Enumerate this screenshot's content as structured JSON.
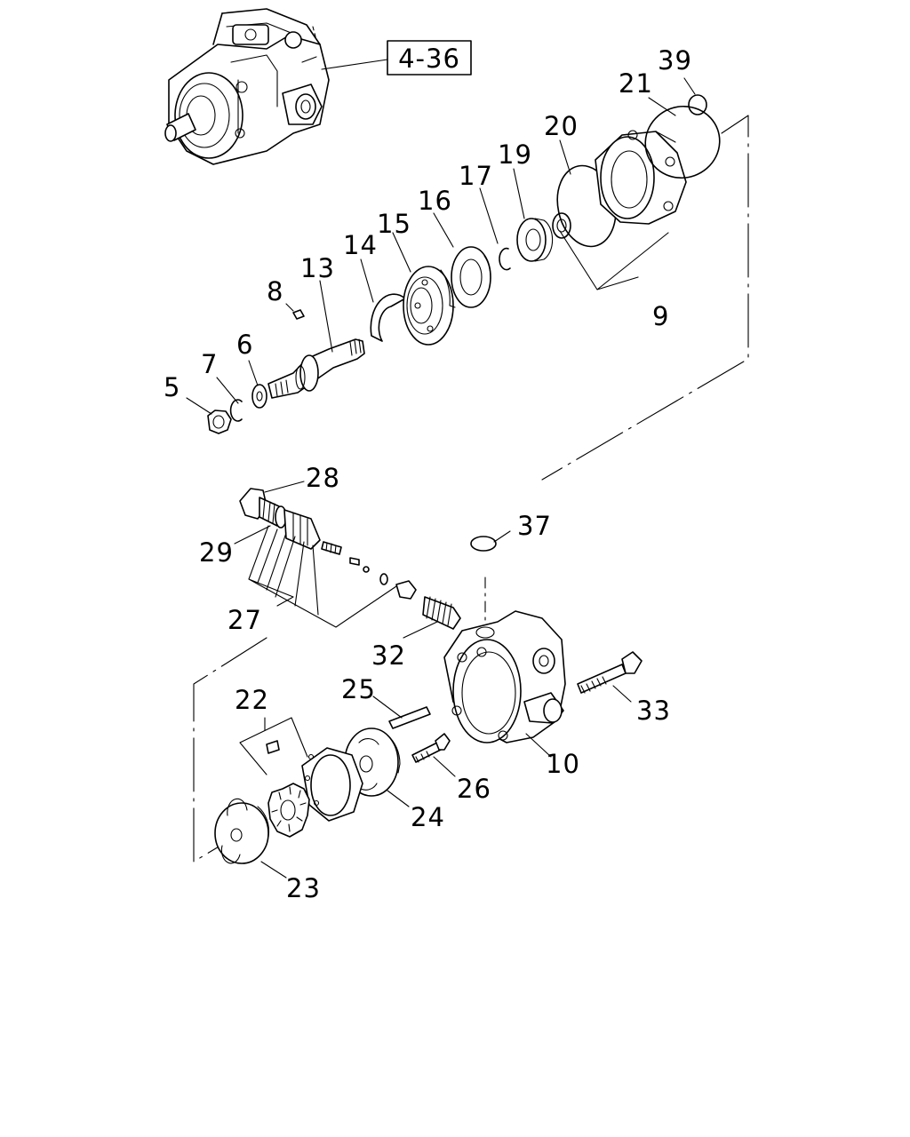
{
  "reference_box": "4-36",
  "callouts": {
    "c5": "5",
    "c6": "6",
    "c7": "7",
    "c8": "8",
    "c9": "9",
    "c10": "10",
    "c13": "13",
    "c14": "14",
    "c15": "15",
    "c16": "16",
    "c17": "17",
    "c19": "19",
    "c20": "20",
    "c21": "21",
    "c22": "22",
    "c23": "23",
    "c24": "24",
    "c25": "25",
    "c26": "26",
    "c27": "27",
    "c28": "28",
    "c29": "29",
    "c32": "32",
    "c33": "33",
    "c37": "37",
    "c39": "39"
  }
}
